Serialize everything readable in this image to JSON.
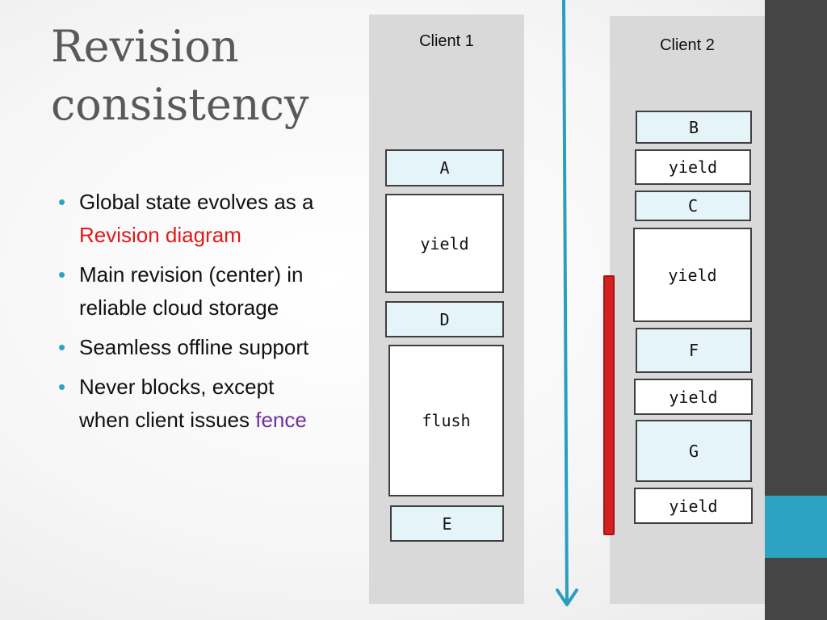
{
  "slide": {
    "title_line1": "Revision",
    "title_line2": "consistency",
    "bullets": [
      {
        "text": "Global state evolves as a ",
        "highlight": "Revision diagram",
        "highlight_color": "#e0191c"
      },
      {
        "text": "Main revision (center) in reliable cloud storage"
      },
      {
        "text": "Seamless offline support"
      },
      {
        "text": "Never blocks, except when client issues ",
        "highlight": "fence",
        "highlight_color": "#7030a0"
      }
    ]
  },
  "diagram": {
    "client1": {
      "label": "Client 1",
      "boxes": [
        {
          "label": "A",
          "kind": "operation"
        },
        {
          "label": "yield",
          "kind": "yield"
        },
        {
          "label": "D",
          "kind": "operation"
        },
        {
          "label": "flush",
          "kind": "yield"
        },
        {
          "label": "E",
          "kind": "operation"
        }
      ]
    },
    "client2": {
      "label": "Client 2",
      "boxes": [
        {
          "label": "B",
          "kind": "operation"
        },
        {
          "label": "yield",
          "kind": "yield"
        },
        {
          "label": "C",
          "kind": "operation"
        },
        {
          "label": "yield",
          "kind": "yield"
        },
        {
          "label": "F",
          "kind": "operation"
        },
        {
          "label": "yield",
          "kind": "yield"
        },
        {
          "label": "G",
          "kind": "operation"
        },
        {
          "label": "yield",
          "kind": "yield"
        }
      ]
    },
    "main_revision_arrow_color": "#2a9ec0",
    "fence_color": "#d61f1f"
  },
  "theme": {
    "accent": "#2ea3c1",
    "dark_bar": "#454545"
  }
}
